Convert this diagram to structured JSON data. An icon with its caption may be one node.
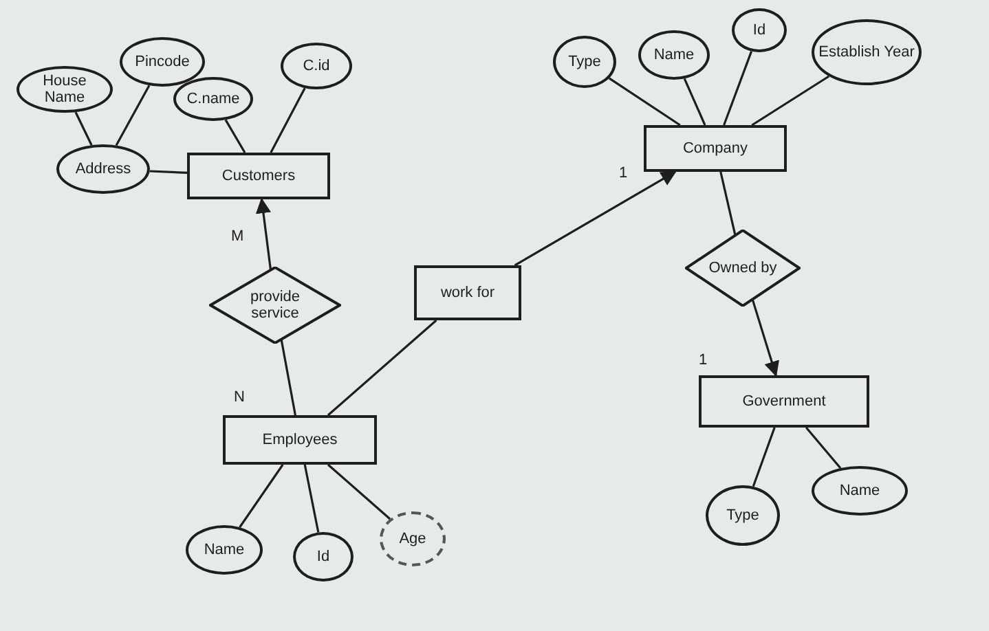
{
  "diagram": {
    "nodes": [
      {
        "text": [
          "House Name"
        ]
      },
      {
        "text": [
          "Pincode"
        ]
      },
      {
        "text": [
          "C.name"
        ]
      },
      {
        "text": [
          "C.id"
        ]
      },
      {
        "text": [
          "Address"
        ]
      },
      {
        "text": [
          "Customers"
        ]
      },
      {
        "text": [
          "provide service"
        ]
      },
      {
        "text": [
          "work for"
        ]
      },
      {
        "text": [
          "Employees"
        ]
      },
      {
        "text": [
          "Name"
        ]
      },
      {
        "text": [
          "Id"
        ]
      },
      {
        "text": [
          "Age"
        ]
      },
      {
        "text": [
          "Type"
        ]
      },
      {
        "text": [
          "Name"
        ]
      },
      {
        "text": [
          "Id"
        ]
      },
      {
        "text": [
          "Establish Year"
        ]
      },
      {
        "text": [
          "Company"
        ]
      },
      {
        "text": [
          "Owned by"
        ]
      },
      {
        "text": [
          "Government"
        ]
      },
      {
        "text": [
          "Type"
        ]
      },
      {
        "text": [
          "Name"
        ]
      }
    ],
    "edges": [
      {
        "from": 0,
        "to": 4,
        "arrow": "none"
      },
      {
        "from": 1,
        "to": 4,
        "arrow": "none"
      },
      {
        "from": 4,
        "to": 5,
        "arrow": "none"
      },
      {
        "from": 2,
        "to": 5,
        "arrow": "none"
      },
      {
        "from": 3,
        "to": 5,
        "arrow": "none"
      },
      {
        "from": 6,
        "to": 5,
        "arrow": "to"
      },
      {
        "from": 6,
        "to": 8,
        "arrow": "none"
      },
      {
        "from": 8,
        "to": 7,
        "arrow": "none"
      },
      {
        "from": 7,
        "to": 16,
        "arrow": "to"
      },
      {
        "from": 12,
        "to": 16,
        "arrow": "none"
      },
      {
        "from": 13,
        "to": 16,
        "arrow": "none"
      },
      {
        "from": 14,
        "to": 16,
        "arrow": "none"
      },
      {
        "from": 15,
        "to": 16,
        "arrow": "none"
      },
      {
        "from": 16,
        "to": 17,
        "arrow": "none"
      },
      {
        "from": 17,
        "to": 18,
        "arrow": "to"
      },
      {
        "from": 8,
        "to": 9,
        "arrow": "none"
      },
      {
        "from": 8,
        "to": 10,
        "arrow": "none"
      },
      {
        "from": 8,
        "to": 11,
        "arrow": "none"
      },
      {
        "from": 18,
        "to": 19,
        "arrow": "none"
      },
      {
        "from": 18,
        "to": 20,
        "arrow": "none"
      }
    ],
    "labels": [
      "M",
      "N",
      "1",
      "1"
    ]
  }
}
